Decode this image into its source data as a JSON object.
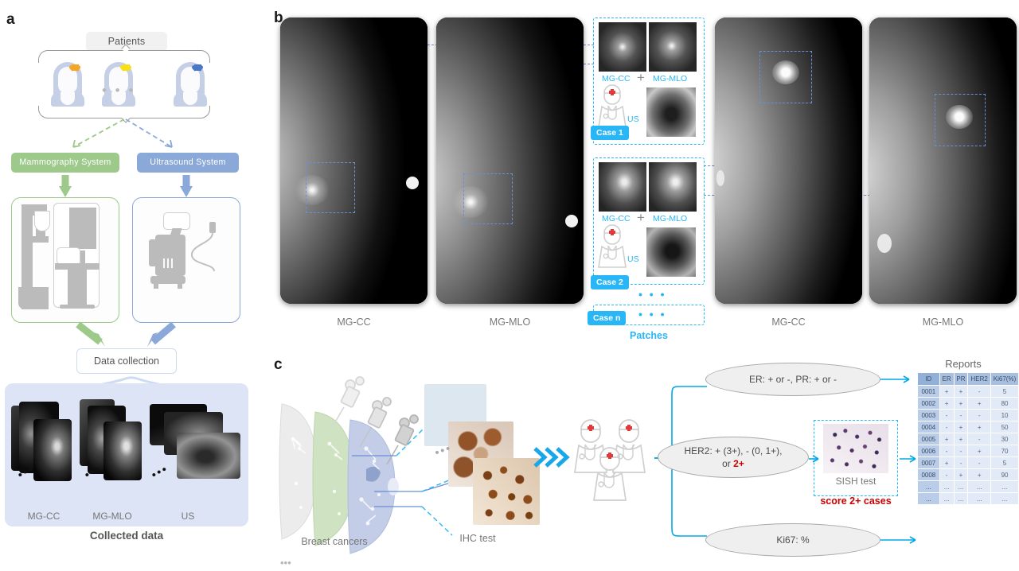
{
  "figure": {
    "panels": [
      {
        "letter": "a",
        "name": "data-acquisition-workflow"
      },
      {
        "letter": "b",
        "name": "imaging-patch-extraction"
      },
      {
        "letter": "c",
        "name": "pathology-ihc-workflow"
      }
    ]
  },
  "panel_a": {
    "letter": "a",
    "patients_label": "Patients",
    "patient_ellipsis": "• • •",
    "patients": [
      {
        "name": "patient-1",
        "clip_color": "#f5a623"
      },
      {
        "name": "patient-2",
        "clip_color": "#f7e018"
      },
      {
        "name": "patient-3",
        "clip_color": "#4a78c8"
      }
    ],
    "systems": [
      {
        "label": "Mammography System",
        "color": "#9dc98a",
        "name": "mammography-system"
      },
      {
        "label": "Ultrasound System",
        "color": "#8ba9d8",
        "name": "ultrasound-system"
      }
    ],
    "data_collection_label": "Data collection",
    "collected_caption": "Collected data",
    "stacks": [
      {
        "label": "MG-CC",
        "name": "stack-mg-cc"
      },
      {
        "label": "MG-MLO",
        "name": "stack-mg-mlo"
      },
      {
        "label": "US",
        "name": "stack-us"
      }
    ],
    "stack_ellipsis": "•••"
  },
  "panel_b": {
    "letter": "b",
    "mammograms": [
      {
        "caption": "MG-CC",
        "name": "mammogram-case1-cc"
      },
      {
        "caption": "MG-MLO",
        "name": "mammogram-case1-mlo"
      },
      {
        "caption": "MG-CC",
        "name": "mammogram-case2-cc"
      },
      {
        "caption": "MG-MLO",
        "name": "mammogram-case2-mlo"
      }
    ],
    "patches_caption": "Patches",
    "patch_ellipsis": "• • •",
    "cases": [
      {
        "tag": "Case 1",
        "mg_cc_label": "MG-CC",
        "plus": "+",
        "mg_mlo_label": "MG-MLO",
        "us_label": "US"
      },
      {
        "tag": "Case 2",
        "mg_cc_label": "MG-CC",
        "plus": "+",
        "mg_mlo_label": "MG-MLO",
        "us_label": "US"
      },
      {
        "tag": "Case n"
      }
    ]
  },
  "panel_c": {
    "letter": "c",
    "breast_cancers_label": "Breast cancers",
    "ihc_label": "IHC test",
    "chevrons": "➤",
    "decisions": [
      {
        "name": "er-pr-node",
        "text": "ER: + or -, PR: + or -",
        "bold_prefix_1": "ER:",
        "bold_prefix_2": "PR:"
      },
      {
        "name": "her2-node",
        "line1": "HER2: + (3+), - (0, 1+),",
        "line2_prefix": "or ",
        "line2_value": "2+"
      },
      {
        "name": "ki67-node",
        "text": "Ki67: %"
      }
    ],
    "sish_label": "SISH test",
    "score_label": "score 2+ cases",
    "reports_title": "Reports",
    "reports_table": {
      "columns": [
        "ID",
        "ER",
        "PR",
        "HER2",
        "Ki67(%)"
      ],
      "rows": [
        [
          "0001",
          "+",
          "+",
          "-",
          "5"
        ],
        [
          "0002",
          "+",
          "+",
          "+",
          "80"
        ],
        [
          "0003",
          "-",
          "-",
          "-",
          "10"
        ],
        [
          "0004",
          "-",
          "+",
          "+",
          "50"
        ],
        [
          "0005",
          "+",
          "+",
          "-",
          "30"
        ],
        [
          "0006",
          "-",
          "-",
          "+",
          "70"
        ],
        [
          "0007",
          "+",
          "-",
          "-",
          "5"
        ],
        [
          "0008",
          "-",
          "+",
          "+",
          "90"
        ],
        [
          "...",
          "...",
          "...",
          "...",
          "..."
        ],
        [
          "...",
          "...",
          "...",
          "...",
          "..."
        ]
      ]
    }
  },
  "colors": {
    "green": "#9dc98a",
    "blue": "#8ba9d8",
    "cyan": "#29b6f6",
    "roi_blue": "#6b8fd4",
    "red": "#cc0000",
    "table_header": "#a8c0e0",
    "table_cell": "#e3eaf7",
    "collected_bg": "#dde4f5"
  }
}
